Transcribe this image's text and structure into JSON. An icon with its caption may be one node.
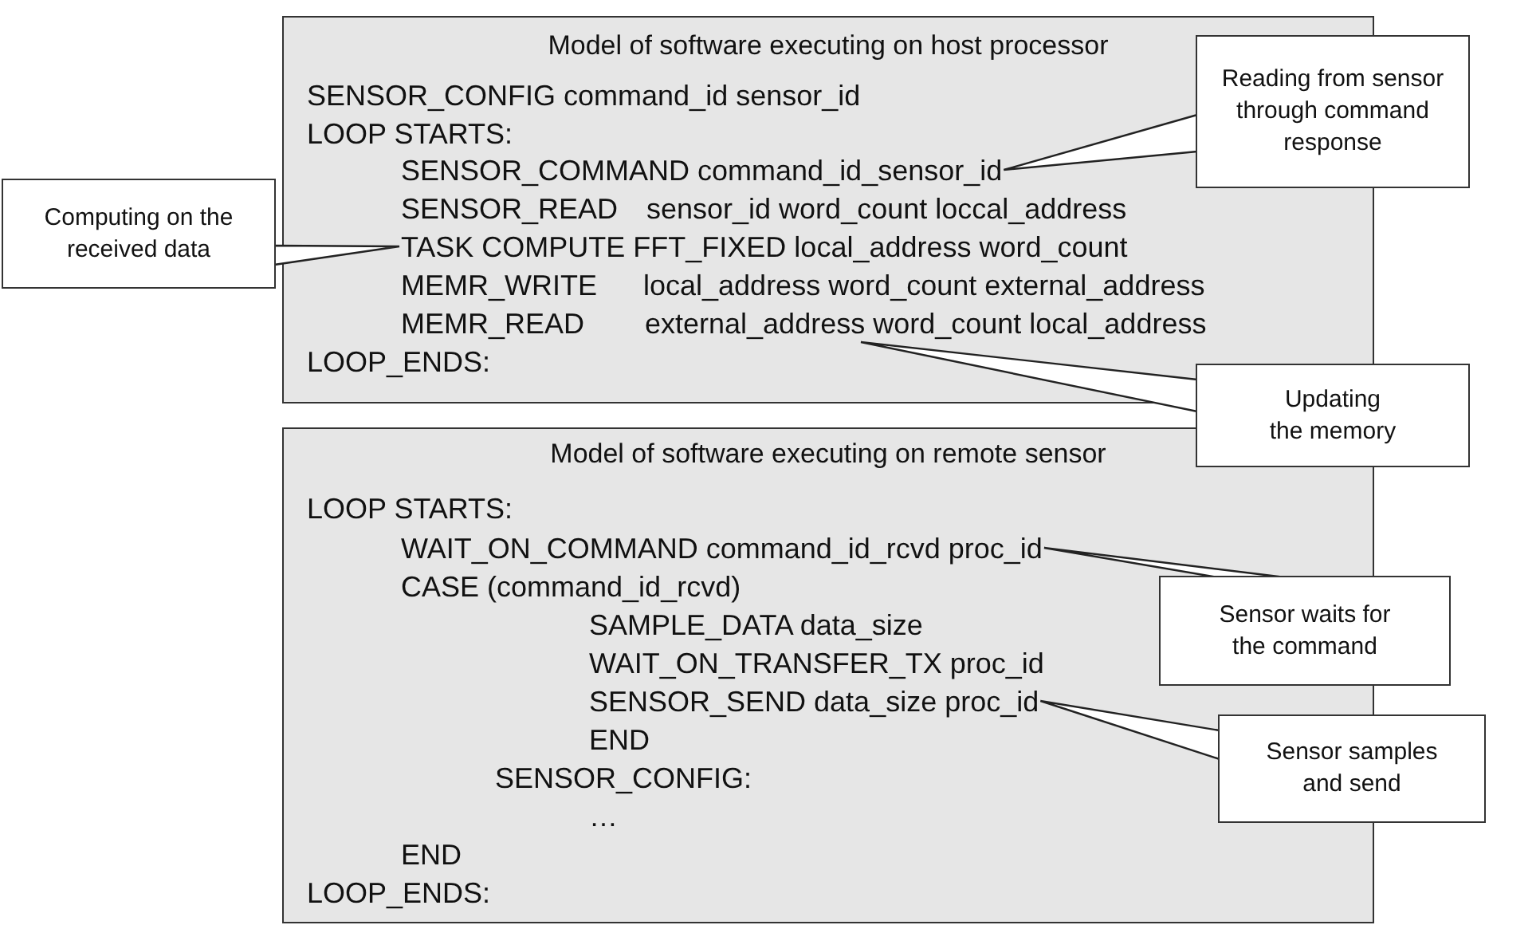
{
  "diagram": {
    "nodes": [
      {
        "text": [
          "Model of software executing on host processor"
        ]
      },
      {
        "text": [
          "SENSOR_CONFIG command_id sensor_id"
        ],
        "in": 0
      },
      {
        "text": [
          "LOOP STARTS:"
        ],
        "in": 0
      },
      {
        "text": [
          "SENSOR_COMMAND command_id_sensor_id"
        ],
        "in": 0
      },
      {
        "text": [
          "SENSOR_READ",
          "sensor_id word_count loccal_address"
        ],
        "in": 0
      },
      {
        "text": [
          "TASK COMPUTE FFT_FIXED local_address word_count"
        ],
        "in": 0
      },
      {
        "text": [
          "MEMR_WRITE",
          "local_address word_count external_address"
        ],
        "in": 0
      },
      {
        "text": [
          "MEMR_READ",
          "external_address word_count local_address"
        ],
        "in": 0
      },
      {
        "text": [
          "LOOP_ENDS:"
        ],
        "in": 0
      },
      {
        "text": [
          "Reading from sensor through command response"
        ]
      },
      {
        "text": [
          "Computing on the received data"
        ]
      },
      {
        "text": [
          "Updating the memory"
        ]
      },
      {
        "text": [
          "Model of software executing on remote sensor"
        ]
      },
      {
        "text": [
          "LOOP STARTS:"
        ],
        "in": 12
      },
      {
        "text": [
          "WAIT_ON_COMMAND command_id_rcvd proc_id"
        ],
        "in": 12
      },
      {
        "text": [
          "CASE (command_id_rcvd)"
        ],
        "in": 12
      },
      {
        "text": [
          "SAMPLE_DATA data_size"
        ],
        "in": 12
      },
      {
        "text": [
          "WAIT_ON_TRANSFER_TX proc_id"
        ],
        "in": 12
      },
      {
        "text": [
          "SENSOR_SEND data_size proc_id"
        ],
        "in": 12
      },
      {
        "text": [
          "END"
        ],
        "in": 12
      },
      {
        "text": [
          "SENSOR_CONFIG:"
        ],
        "in": 12
      },
      {
        "text": [
          "…"
        ],
        "in": 12
      },
      {
        "text": [
          "END"
        ],
        "in": 12
      },
      {
        "text": [
          "LOOP_ENDS:"
        ],
        "in": 12
      },
      {
        "text": [
          "Sensor waits for the command"
        ]
      },
      {
        "text": [
          "Sensor samples and send"
        ]
      }
    ],
    "edges": [
      {
        "from": 9,
        "to": 3,
        "arrow": "none"
      },
      {
        "from": 10,
        "to": 5,
        "arrow": "none"
      },
      {
        "from": 11,
        "to": 7,
        "arrow": "none"
      },
      {
        "from": 24,
        "to": 14,
        "arrow": "none"
      },
      {
        "from": 25,
        "to": 18,
        "arrow": "none"
      }
    ]
  }
}
